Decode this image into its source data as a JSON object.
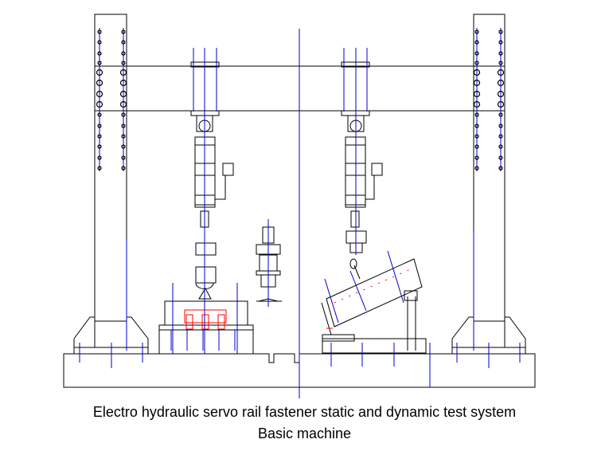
{
  "caption": {
    "line1": "Electro hydraulic servo rail fastener static and dynamic test system",
    "line2": "Basic machine"
  },
  "colors": {
    "outline": "#000000",
    "centerline": "#0000cc",
    "highlight": "#ff0000",
    "background": "#ffffff"
  },
  "components": [
    {
      "name": "left-column"
    },
    {
      "name": "right-column"
    },
    {
      "name": "crossbeam"
    },
    {
      "name": "base-platform"
    },
    {
      "name": "left-actuator"
    },
    {
      "name": "right-actuator"
    },
    {
      "name": "rail-sample"
    },
    {
      "name": "fixture-block"
    },
    {
      "name": "tilted-fixture"
    }
  ]
}
